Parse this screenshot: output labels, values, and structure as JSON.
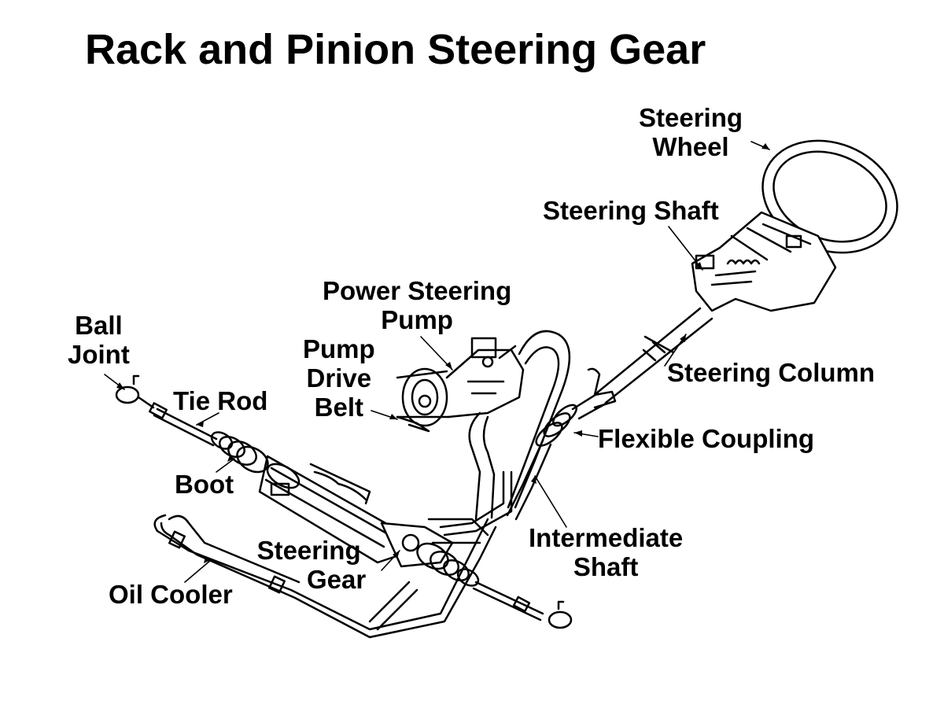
{
  "title": "Rack and Pinion Steering Gear",
  "labels": {
    "steering_wheel": [
      "Steering",
      "Wheel"
    ],
    "steering_shaft": [
      "Steering Shaft"
    ],
    "power_steering_pump": [
      "Power Steering",
      "Pump"
    ],
    "pump_drive_belt": [
      "Pump",
      "Drive",
      "Belt"
    ],
    "ball_joint": [
      "Ball",
      "Joint"
    ],
    "tie_rod": [
      "Tie Rod"
    ],
    "steering_column": [
      "Steering Column"
    ],
    "flexible_coupling": [
      "Flexible Coupling"
    ],
    "boot": [
      "Boot"
    ],
    "intermediate_shaft": [
      "Intermediate",
      "Shaft"
    ],
    "steering_gear": [
      "Steering",
      "Gear"
    ],
    "oil_cooler": [
      "Oil Cooler"
    ]
  }
}
